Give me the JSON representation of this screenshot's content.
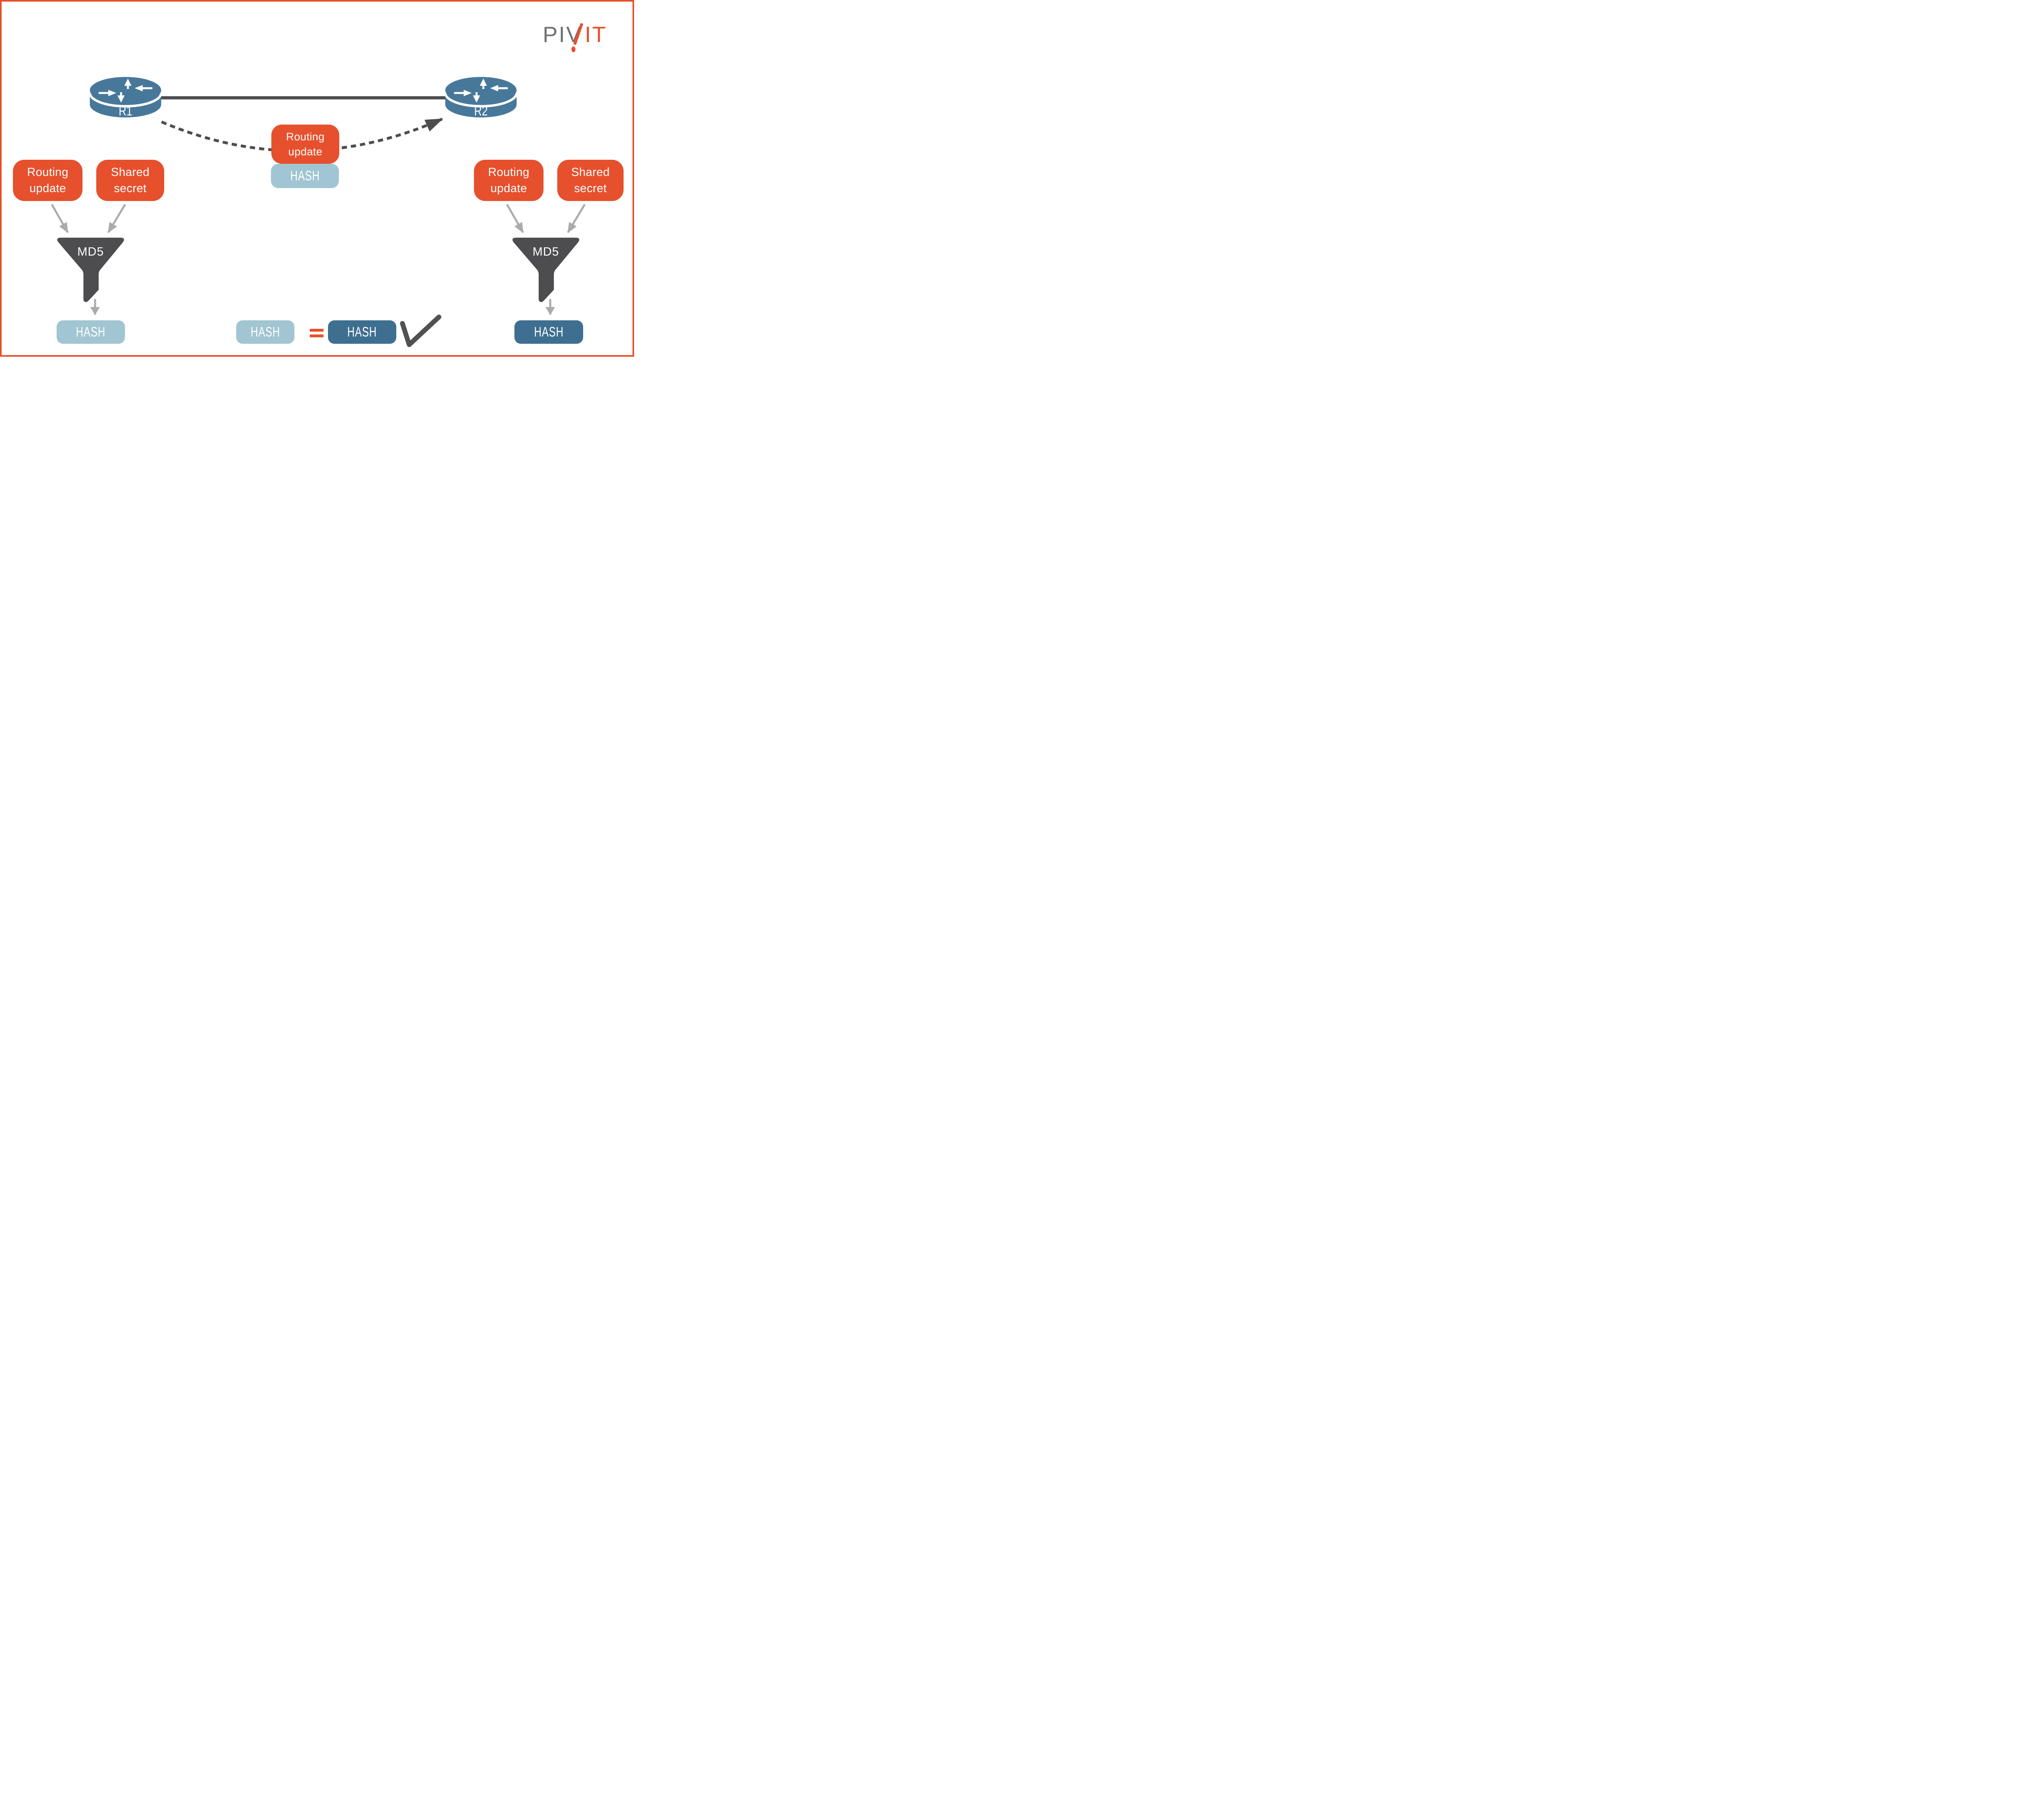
{
  "brand": {
    "name_gray": "PIV",
    "name_orange": "IT"
  },
  "colors": {
    "accent_orange": "#E6502D",
    "border_orange": "#E8502C",
    "light_blue": "#A1C5D2",
    "router_blue": "#47789A",
    "dark_blue": "#3F6F90",
    "dark_gray": "#4D4D50",
    "light_gray": "#ABABAB",
    "logo_gray": "#717174"
  },
  "routers": {
    "r1": "R1",
    "r2": "R2"
  },
  "transit": {
    "routing_update": "Routing update",
    "hash": "HASH"
  },
  "left_flow": {
    "routing_update": "Routing update",
    "shared_secret": "Shared secret",
    "md5": "MD5",
    "hash": "HASH"
  },
  "right_flow": {
    "routing_update": "Routing update",
    "shared_secret": "Shared secret",
    "md5": "MD5",
    "hash": "HASH"
  },
  "comparison": {
    "sender_hash": "HASH",
    "equals_symbol": "=",
    "receiver_hash": "HASH"
  }
}
